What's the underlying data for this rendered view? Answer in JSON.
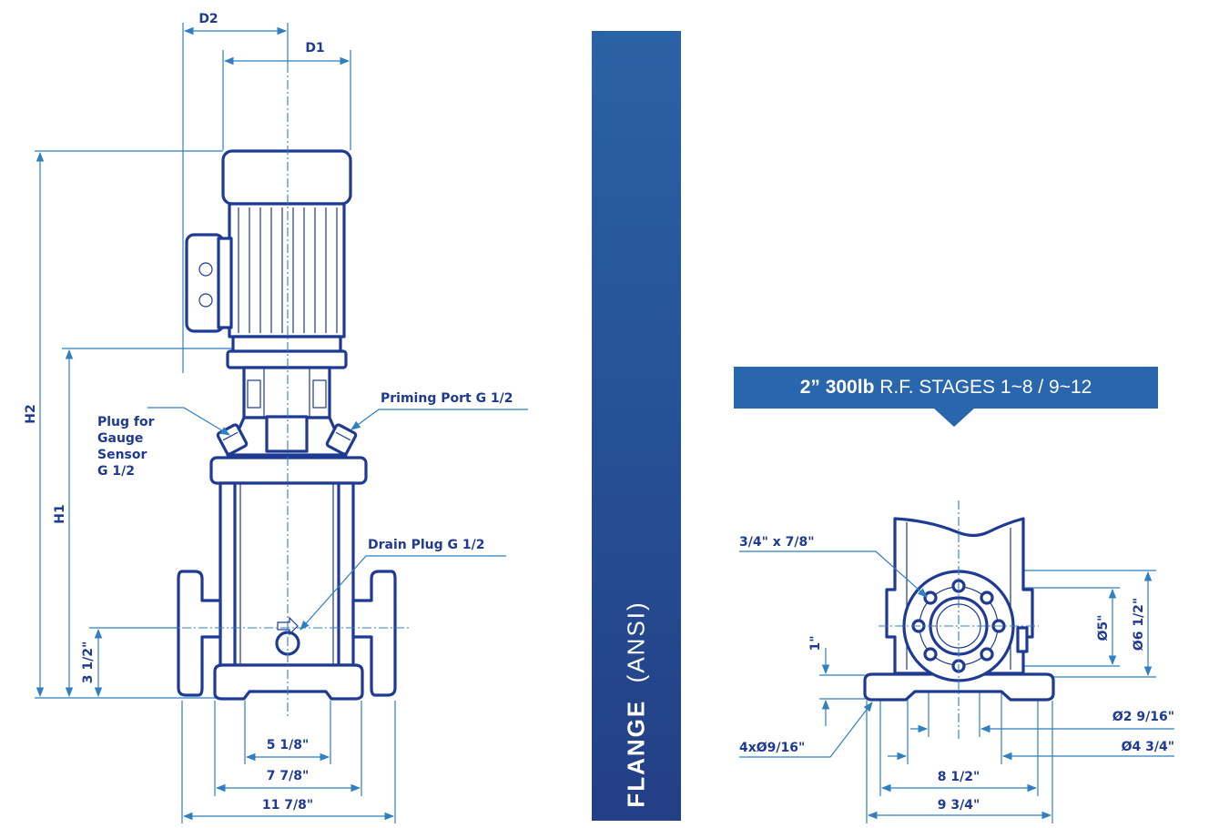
{
  "dims": {
    "d2": "D2",
    "d1": "D1",
    "h2": "H2",
    "h1": "H1",
    "h_inlet": "3 1/2\"",
    "w_base_bolt": "5 1/8\"",
    "w_base": "7 7/8\"",
    "w_flanges": "11 7/8\""
  },
  "callouts": {
    "priming_port": "Priming Port G 1/2",
    "plug_gauge": [
      "Plug for",
      "Gauge",
      "Sensor",
      "G 1/2"
    ],
    "drain_plug": "Drain Plug G 1/2"
  },
  "banner": {
    "bold": "FLANGE",
    "normal": "(ANSI)"
  },
  "tag": {
    "bold": "2” 300lb",
    "normal": "R.F. STAGES 1~8 / 9~12"
  },
  "flange_dims": {
    "slot": "3/4\" x 7/8\"",
    "height": "1\"",
    "holes": "4xØ9/16\"",
    "d5": "Ø5\"",
    "d6": "Ø6 1/2\"",
    "d2916": "Ø2 9/16\"",
    "d434": "Ø4 3/4\"",
    "w812": "8 1/2\"",
    "w934": "9 3/4\""
  }
}
